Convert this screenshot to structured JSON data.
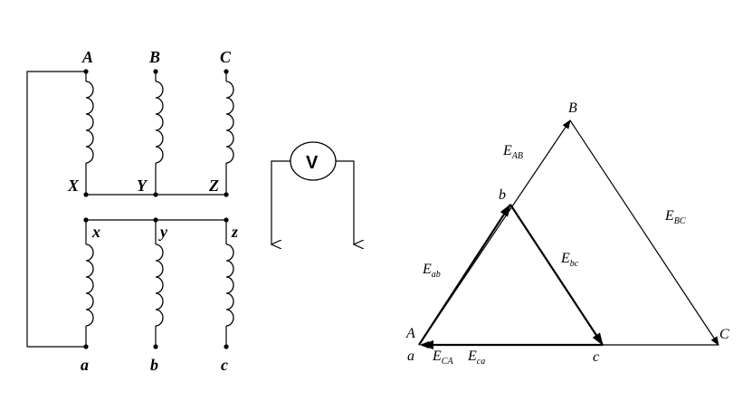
{
  "circuit": {
    "primary_terminals": [
      "A",
      "B",
      "C"
    ],
    "primary_neutral_labels": [
      "X",
      "Y",
      "Z"
    ],
    "secondary_top_labels": [
      "x",
      "y",
      "z"
    ],
    "secondary_terminals": [
      "a",
      "b",
      "c"
    ],
    "meter_label": "V"
  },
  "phasor": {
    "vertices": {
      "A": "A",
      "B": "B",
      "C": "C",
      "a": "a",
      "b": "b",
      "c": "c"
    },
    "vectors": {
      "E_AB": {
        "main": "E",
        "sub": "AB"
      },
      "E_BC": {
        "main": "E",
        "sub": "BC"
      },
      "E_CA": {
        "main": "E",
        "sub": "CA"
      },
      "E_ab": {
        "main": "E",
        "sub": "ab"
      },
      "E_bc": {
        "main": "E",
        "sub": "bc"
      },
      "E_ca": {
        "main": "E",
        "sub": "ca"
      }
    }
  }
}
